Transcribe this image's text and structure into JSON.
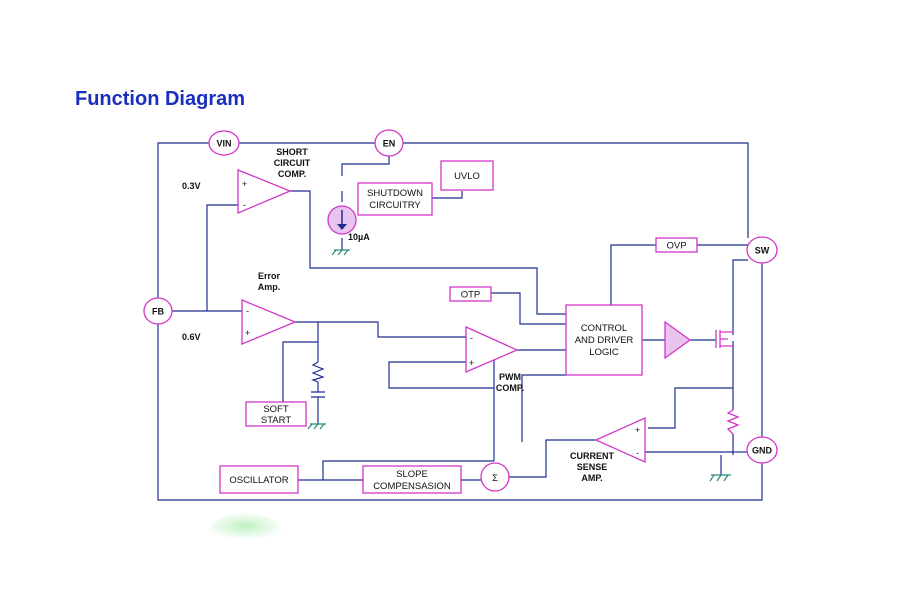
{
  "title": "Function Diagram",
  "pins": {
    "vin": "VIN",
    "en": "EN",
    "fb": "FB",
    "sw": "SW",
    "gnd": "GND",
    "sum": "Σ"
  },
  "blocks": {
    "shutdown": [
      "SHUTDOWN",
      "CIRCUITRY"
    ],
    "uvlo": "UVLO",
    "ovp": "OVP",
    "otp": "OTP",
    "control": [
      "CONTROL",
      "AND DRIVER",
      "LOGIC"
    ],
    "soft_start": [
      "SOFT",
      "START"
    ],
    "oscillator": "OSCILLATOR",
    "slope": [
      "SLOPE",
      "COMPENSASION"
    ]
  },
  "labels": {
    "short_circuit": [
      "SHORT",
      "CIRCUIT",
      "COMP."
    ],
    "error_amp": [
      "Error",
      "Amp."
    ],
    "pwm_comp": [
      "PWM",
      "COMP."
    ],
    "current_sense": [
      "CURRENT",
      "SENSE",
      "AMP."
    ],
    "v03": "0.3V",
    "v06": "0.6V",
    "i10": "10µA"
  },
  "signs": {
    "plus": "+",
    "minus": "-"
  },
  "colors": {
    "title": "#1a2fbf",
    "wire": "#1f2f8f",
    "block": "#d236c8",
    "ground_glow": "#b8f0bc"
  }
}
